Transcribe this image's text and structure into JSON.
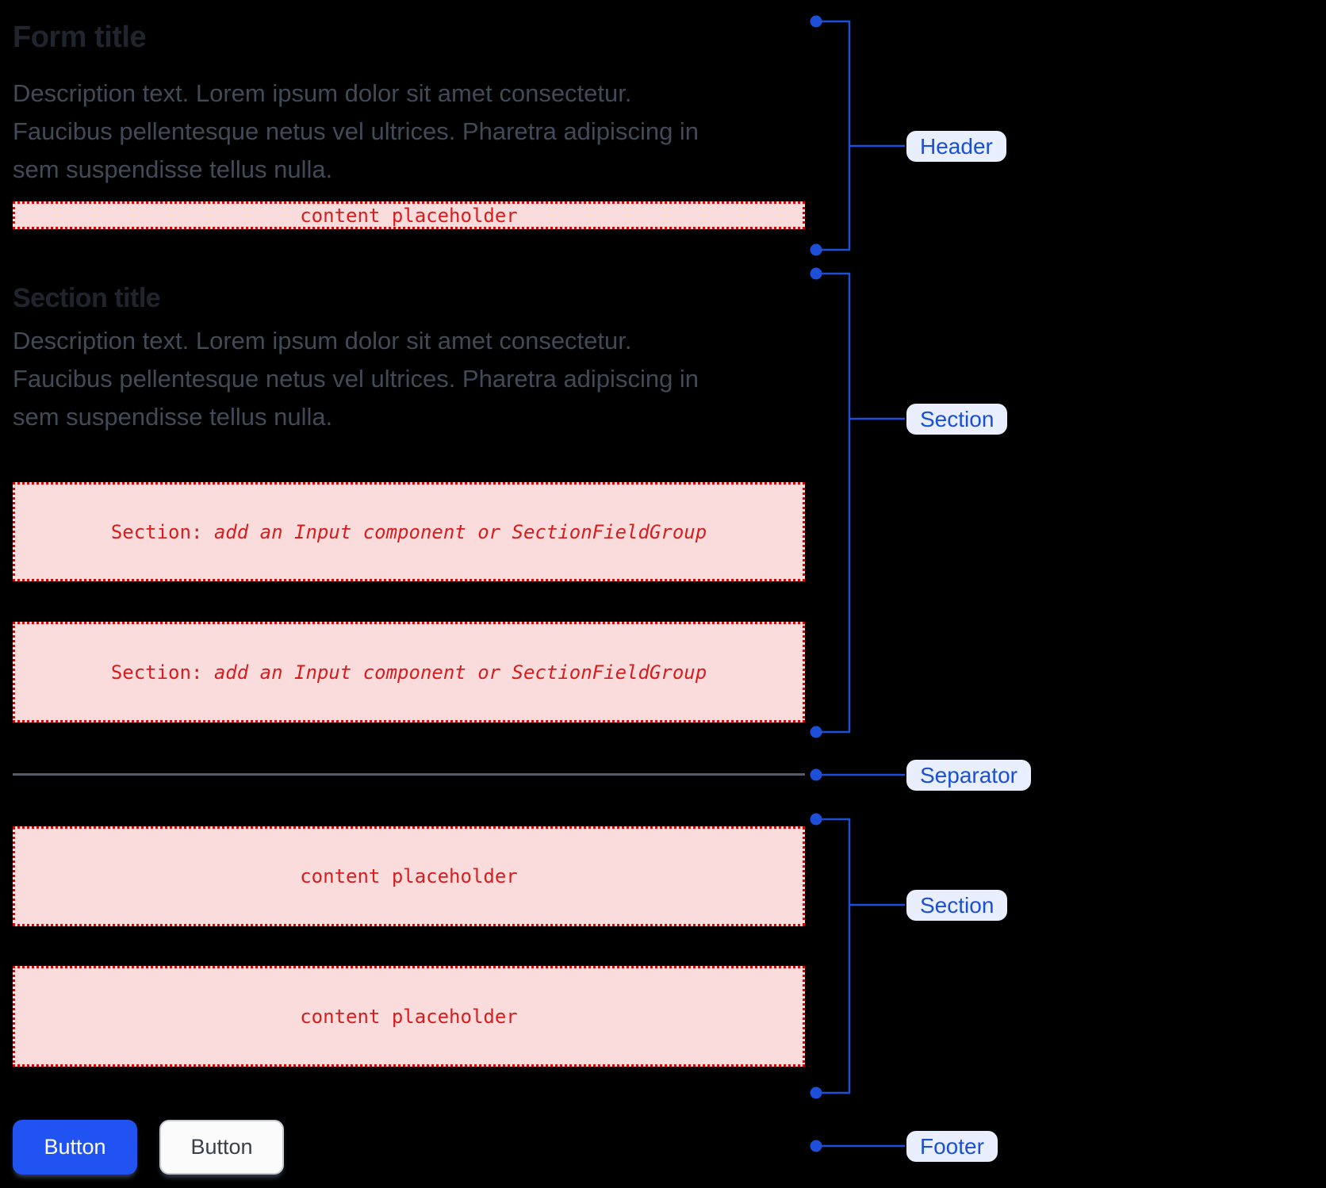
{
  "form": {
    "title": "Form title",
    "description_lines": [
      "Description text. Lorem ipsum dolor sit amet consectetur.",
      "Faucibus pellentesque netus vel ultrices. Pharetra adipiscing in",
      "sem suspendisse tellus nulla."
    ],
    "header_placeholder": "content placeholder"
  },
  "section": {
    "title": "Section title",
    "description_lines": [
      "Description text. Lorem ipsum dolor sit amet consectetur.",
      "Faucibus pellentesque netus vel ultrices. Pharetra adipiscing in",
      "sem suspendisse tellus nulla."
    ],
    "slots": [
      {
        "prefix": "Section: ",
        "hint": "add an Input component or SectionFieldGroup"
      },
      {
        "prefix": "Section: ",
        "hint": "add an Input component or SectionFieldGroup"
      }
    ]
  },
  "section2": {
    "placeholders": [
      "content placeholder",
      "content placeholder"
    ]
  },
  "footer": {
    "buttons": [
      {
        "label": "Button",
        "variant": "primary"
      },
      {
        "label": "Button",
        "variant": "secondary"
      }
    ]
  },
  "annotations": {
    "labels": [
      {
        "text": "Header"
      },
      {
        "text": "Section"
      },
      {
        "text": "Separator"
      },
      {
        "text": "Section"
      },
      {
        "text": "Footer"
      }
    ],
    "colors": {
      "accent_blue": "#1d4fd8",
      "label_bg": "#e9efff",
      "label_text": "#1a4fd6",
      "placeholder_bg": "#fbdcdc",
      "placeholder_border": "#cb0b0b",
      "placeholder_text": "#d61e1e",
      "separator_gray": "#565e6c",
      "primary_button_bg": "#2153f2"
    }
  }
}
